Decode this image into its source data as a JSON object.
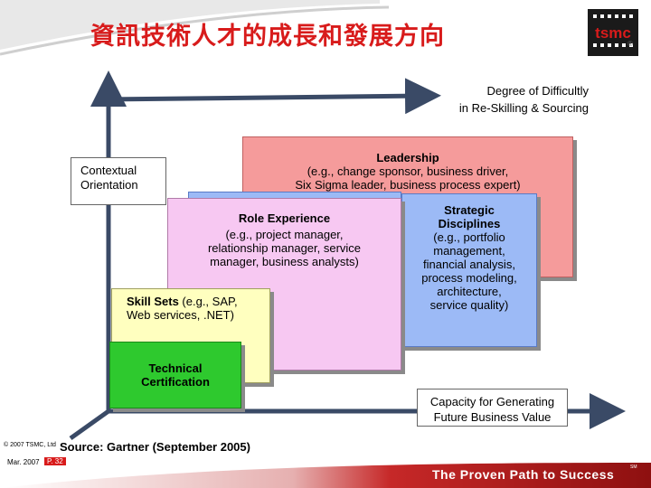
{
  "header": {
    "title": "資訊技術人才的成長和發展方向",
    "logo_text": "tsmc",
    "logo_mark": "®"
  },
  "axes": {
    "y_label_line1": "Degree of Difficultly",
    "y_label_line2": "in Re-Skilling & Sourcing",
    "x_label_line1": "Capacity for Generating",
    "x_label_line2": "Future Business Value"
  },
  "contextual": {
    "line1": "Contextual",
    "line2": "Orientation"
  },
  "layers": {
    "leadership": {
      "title": "Leadership",
      "line1": "(e.g., change sponsor, business driver,",
      "line2": "Six Sigma leader, business process expert)"
    },
    "strategic": {
      "title1": "Strategic",
      "title2": "Disciplines",
      "lines": [
        "(e.g., portfolio",
        "management,",
        "financial analysis,",
        "process modeling,",
        "architecture,",
        "service quality)"
      ]
    },
    "role": {
      "title": "Role Experience",
      "lines": [
        "(e.g., project manager,",
        "relationship manager, service",
        "manager, business analysts)"
      ]
    },
    "skill": {
      "title": "Skill Sets",
      "line1_rest": " (e.g., SAP,",
      "line2": "Web services, .NET)"
    },
    "technical": {
      "line1": "Technical",
      "line2": "Certification"
    }
  },
  "footer": {
    "source": "Source: Gartner (September 2005)",
    "copyright": "© 2007 TSMC, Ltd",
    "date": "Mar. 2007",
    "page": "P. 32",
    "tagline": "The Proven Path to Success",
    "sm": "SM"
  },
  "colors": {
    "title_red": "#d81b1b",
    "leadership": "#f59b9b",
    "strategic": "#9cbaf6",
    "role": "#f7c8f2",
    "skill": "#ffffbf",
    "technical": "#2ec92e",
    "axis": "#3a4a66",
    "footer_band": "#b71c1c"
  }
}
